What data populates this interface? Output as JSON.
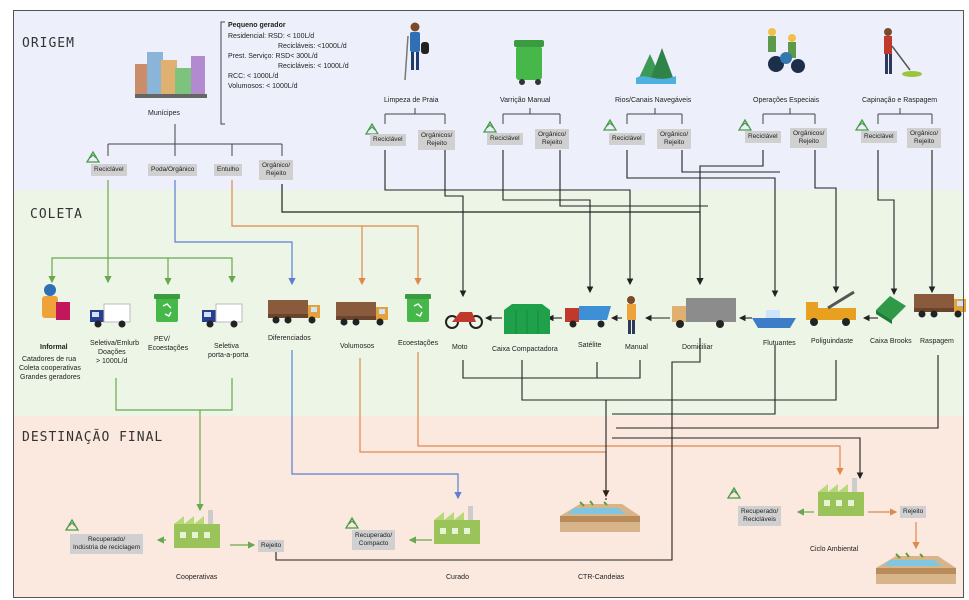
{
  "sections": {
    "origem": "ORIGEM",
    "coleta": "COLETA",
    "destino": "DESTINAÇÃO FINAL"
  },
  "origins": {
    "municipes": "Munícipes",
    "gerador_title": "Pequeno gerador",
    "gerador_lines": [
      "Residencial: RSD: < 100L/d",
      "Recicláveis: <1000L/d",
      "Prest. Serviço: RSD< 300L/d",
      "Recicláveis: < 1000L/d",
      "RCC: < 1000L/d",
      "Volumosos: < 1000L/d"
    ],
    "limpeza_praia": "Limpeza de Praia",
    "varricao": "Varrição Manual",
    "rios": "Rios/Canais Navegáveis",
    "operacoes": "Operações Especiais",
    "capinacao": "Capinação e Raspagem"
  },
  "origin_tags": {
    "reciclavel": "Reciclável",
    "poda": "Poda/Orgânico",
    "entulho": "Entulho",
    "organico_rejeito_1": "Orgânico/",
    "organico_rejeito_2": "Rejeito",
    "organicos_rejeito_1": "Orgânicos/",
    "organicos_rejeito_2": "Rejeito",
    "organico_rej_1": "Orgânico/",
    "organico_rej_2": "Rejeito"
  },
  "collection": {
    "informal": "Informal",
    "informal_sub": [
      "Catadores de rua",
      "Coleta cooperativas",
      "Grandes geradores"
    ],
    "seletiva_emlurb": [
      "Seletiva/Emlurb",
      "Doações",
      "> 1000L/d"
    ],
    "pev": [
      "PEV/",
      "Ecoestações"
    ],
    "seletiva_porta": [
      "Seletiva",
      "porta-a-porta"
    ],
    "diferenciados": "Diferenciados",
    "volumosos": "Volumosos",
    "ecoestacoes": "Ecoestações",
    "moto": "Moto",
    "caixa_compactadora": "Caixa Compactadora",
    "satelite": "Satélite",
    "manual": "Manual",
    "domiciliar": "Domiciliar",
    "flutuantes": "Flutuantes",
    "poliguindaste": "Poliguindaste",
    "caixa_brooks": "Caixa Brooks",
    "raspagem": "Raspagem"
  },
  "destinations": {
    "cooperativas": "Cooperativas",
    "recuperado_industria": [
      "Recuperado/",
      "Indústria de reciclagem"
    ],
    "rejeito": "Rejeito",
    "curado": "Curado",
    "recuperado_compacto": [
      "Recuperado/",
      "Compacto"
    ],
    "ctr": "CTR-Candeias",
    "ciclo": "Ciclo Ambiental",
    "recuperado_reciclaveis": [
      "Recuperado/",
      "Recicláveis"
    ],
    "rejeito_ciclo": "Rejeito"
  },
  "colors": {
    "green_flow": "#6aa84f",
    "blue_flow": "#5b7fd1",
    "orange_flow": "#e0894a",
    "black_flow": "#222222",
    "band_origem": "#edf0fa",
    "band_coleta": "#edf5e6",
    "band_destino": "#fbe8df"
  },
  "icons": [
    "buildings-icon",
    "beach-cleaner-icon",
    "bin-icon",
    "river-icon",
    "workers-icon",
    "mower-icon",
    "recycle-icon",
    "truck-icon",
    "dump-truck-icon",
    "container-icon",
    "moto-icon",
    "boat-icon",
    "crane-truck-icon",
    "factory-icon",
    "landfill-icon",
    "person-icon"
  ]
}
